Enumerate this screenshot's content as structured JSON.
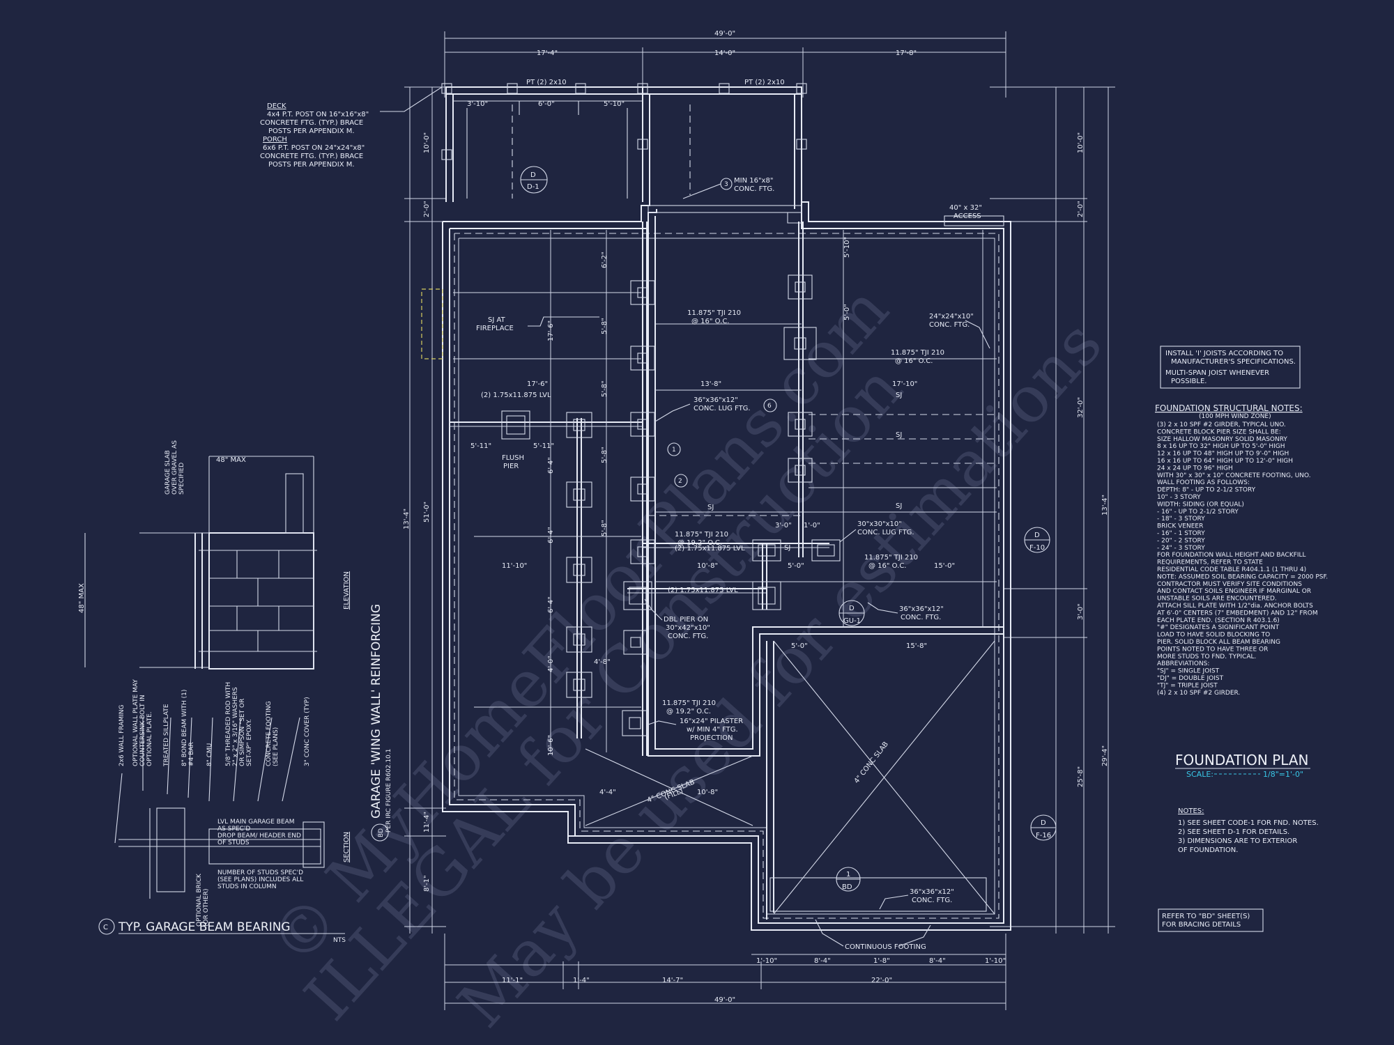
{
  "sheet": {
    "title": "FOUNDATION PLAN",
    "scale_label": "SCALE:",
    "scale_value": "1/8\"=1'-0\"",
    "detail_title": "TYP. GARAGE BEAM BEARING",
    "detail_scale": "NTS",
    "detail_tag": "C",
    "wing_wall_title": "GARAGE 'WING WALL' REINFORCING",
    "wing_wall_sub": "PER IRC FIGURE R602.10.1",
    "wing_wall_tag": "BD",
    "elevation_label": "ELEVATION",
    "section_label": "SECTION"
  },
  "watermarks": [
    "© MyHomeFloorPlans.com",
    "ILLEGAL for Construction",
    "May be used for estimations"
  ],
  "dimensions": {
    "top_overall": "49'-0\"",
    "top_segments": [
      "17'-4\"",
      "14'-0\"",
      "17'-8\""
    ],
    "bottom_overall": "49'-0\"",
    "bottom_segments": [
      "11'-1\"",
      "1'-4\"",
      "14'-7\"",
      "22'-0\""
    ],
    "footing_segments": [
      "1'-10\"",
      "8'-4\"",
      "1'-8\"",
      "8'-4\"",
      "1'-10\""
    ],
    "right_segments": [
      "10'-0\"",
      "2'-0\"",
      "32'-0\"",
      "13'-4\"",
      "3'-0\"",
      "29'-4\"",
      "25'-8\""
    ],
    "left_segments": [
      "10'-0\"",
      "2'-0\"",
      "51'-0\"",
      "13'-4\"",
      "11'-4\"",
      "8'-1\""
    ]
  },
  "plan_labels": {
    "deck_header": "DECK",
    "deck_note": [
      "4x4 P.T. POST ON 16\"x16\"x8\"",
      "CONCRETE FTG. (TYP.) BRACE",
      "POSTS PER APPENDIX M."
    ],
    "porch_header": "PORCH",
    "porch_note": [
      "6x6 P.T. POST ON 24\"x24\"x8\"",
      "CONCRETE FTG. (TYP.) BRACE",
      "POSTS PER APPENDIX M."
    ],
    "pt_beam_1": "PT (2) 2x10",
    "pt_beam_2": "PT (2) 2x10",
    "min_ftg": "MIN 16\"x8\"",
    "min_ftg_2": "CONC. FTG.",
    "access": "40\" x 32\"",
    "access_2": "ACCESS",
    "sj_fireplace": "SJ AT",
    "sj_fireplace_2": "FIREPLACE",
    "tji_1": "11.875\" TJI 210",
    "tji_1_oc": "@ 16\" O.C.",
    "tji_2": "11.875\" TJI 210",
    "tji_2_oc": "@ 16\" O.C.",
    "tji_3": "11.875\" TJI 210",
    "tji_3_oc": "@ 19.2\" O.C.",
    "tji_4": "11.875\" TJI 210",
    "tji_4_oc": "@ 16\" O.C.",
    "tji_5": "11.875\" TJI 210",
    "tji_5_oc": "@ 19.2\" O.C.",
    "lvl_1": "(2) 1.75x11.875 LVL",
    "lvl_2": "(2) 1.75x11.875 LVL",
    "lvl_3": "(2) 1.75x11.875 LVL",
    "lug_ftg_1": "36\"x36\"x12\"",
    "lug_ftg_1b": "CONC. LUG FTG.",
    "lug_ftg_2": "30\"x30\"x10\"",
    "lug_ftg_2b": "CONC. LUG FTG.",
    "conc_ftg_1": "24\"x24\"x10\"",
    "conc_ftg_1b": "CONC. FTG.",
    "conc_ftg_2": "36\"x36\"x12\"",
    "conc_ftg_2b": "CONC. FTG.",
    "conc_ftg_3": "36\"x36\"x12\"",
    "conc_ftg_3b": "CONC. FTG.",
    "flush_pier": "FLUSH",
    "flush_pier_2": "PIER",
    "dbl_pier": "DBL PIER ON",
    "dbl_pier_2": "30\"x42\"x10\"",
    "dbl_pier_3": "CONC. FTG.",
    "pilaster": "16\"x24\" PILASTER",
    "pilaster_2": "w/ MIN 4\" FTG.",
    "pilaster_3": "PROJECTION",
    "conc_slab_1": "4\" CONC SLAB",
    "conc_slab_1b": "(FILL)",
    "conc_slab_2": "4\" CONC SLAB",
    "continuous_footing": "CONTINUOUS FOOTING",
    "sj": "SJ",
    "interior_dims": [
      "17'-6\"",
      "13'-8\"",
      "17'-10\"",
      "5'-11\"",
      "5'-11\"",
      "11'-10\"",
      "10'-8\"",
      "3'-0\"",
      "1'-0\"",
      "5'-0\"",
      "15'-0\"",
      "15'-8\"",
      "5'-0\"",
      "4'-8\"",
      "10'-8\"",
      "4'-4\"",
      "6'-2\"",
      "5'-8\"",
      "6'-4\"",
      "4'-0\"",
      "10'-6\"",
      "3'-10\"",
      "6'-0\"",
      "5'-10\""
    ],
    "grid_bubbles": [
      {
        "top": "D",
        "bottom": "D-1"
      },
      {
        "top": "D",
        "bottom": "F-10"
      },
      {
        "top": "D",
        "bottom": "GU-1"
      },
      {
        "top": "D",
        "bottom": "F-16"
      },
      {
        "top": "1",
        "bottom": "BD"
      }
    ],
    "callout_numbers": [
      "1",
      "2",
      "3",
      "6"
    ]
  },
  "install_box": {
    "items": [
      "INSTALL 'I' JOISTS ACCORDING TO",
      "MANUFACTURER'S SPECIFICATIONS.",
      "MULTI-SPAN JOIST WHENEVER",
      "POSSIBLE."
    ]
  },
  "structural_notes": {
    "title": "FOUNDATION STRUCTURAL NOTES:",
    "subtitle": "(100 MPH WIND ZONE)",
    "lines": [
      "(3) 2 x 10 SPF #2 GIRDER, TYPICAL UNO.",
      "CONCRETE BLOCK PIER SIZE SHALL BE:",
      "  SIZE      HALLOW MASONRY      SOLID MASONRY",
      "  8 x 16     UP TO 32\" HIGH      UP TO 5'-0\" HIGH",
      "  12 x 16    UP TO 48\" HIGH      UP TO 9'-0\" HIGH",
      "  16 x 16    UP TO 64\" HIGH      UP TO 12'-0\" HIGH",
      "  24 x 24    UP TO 96\" HIGH",
      "  WITH 30\" x 30\" x 10\" CONCRETE FOOTING, UNO.",
      "WALL FOOTING AS FOLLOWS:",
      "  DEPTH:  8\" - UP TO 2-1/2 STORY",
      "             10\" - 3 STORY",
      "  WIDTH:  SIDING (OR EQUAL)",
      "             - 16\" - UP TO 2-1/2 STORY",
      "             - 18\" - 3 STORY",
      "           BRICK VENEER",
      "             - 16\" - 1 STORY",
      "             - 20\" - 2 STORY",
      "             - 24\" - 3 STORY",
      "FOR FOUNDATION WALL HEIGHT AND BACKFILL",
      "REQUIREMENTS, REFER TO STATE",
      "RESIDENTIAL CODE TABLE R404.1.1 (1 THRU 4)",
      "NOTE: ASSUMED SOIL BEARING CAPACITY = 2000 PSF.",
      "CONTRACTOR MUST VERIFY SITE CONDITIONS",
      "AND CONTACT SOILS ENGINEER IF MARGINAL OR",
      "UNSTABLE SOILS ARE ENCOUNTERED.",
      "ATTACH SILL PLATE WITH 1/2\"dia. ANCHOR BOLTS",
      "AT 6'-0\" CENTERS (7\" EMBEDMENT) AND 12\" FROM",
      "EACH PLATE END. (SECTION R 403.1.6)",
      "\"#\" DESIGNATES A SIGNIFICANT POINT",
      "LOAD TO HAVE SOLID BLOCKING TO",
      "PIER. SOLID BLOCK ALL BEAM BEARING",
      "POINTS NOTED TO HAVE THREE OR",
      "MORE STUDS TO FND. TYPICAL.",
      "ABBREVIATIONS:",
      "  \"SJ\" = SINGLE JOIST",
      "  \"DJ\" = DOUBLE JOIST",
      "  \"TJ\" = TRIPLE JOIST",
      "(4) 2 x 10 SPF #2 GIRDER."
    ]
  },
  "notes": {
    "title": "NOTES:",
    "lines": [
      "1) SEE SHEET CODE-1 FOR FND. NOTES.",
      "2) SEE SHEET D-1 FOR DETAILS.",
      "3) DIMENSIONS ARE TO EXTERIOR",
      "    OF FOUNDATION."
    ]
  },
  "refer_box": {
    "lines": [
      "REFER TO \"BD\" SHEET(S)",
      "FOR BRACING DETAILS"
    ]
  },
  "detail_labels": {
    "garage_slab": [
      "GARAGE SLAB",
      "OVER GRAVEL AS",
      "SPECIFIED"
    ],
    "max_48": "48\" MAX",
    "max_48_2": "48\" MAX",
    "leaders": [
      "2x6 WALL FRAMING",
      "OPTIONAL WALL PLATE MAY",
      "COUNTERSINK BOLT IN",
      "OPTIONAL PLATE.",
      "TREATED SILLPLATE",
      "8\" BOND BEAM WITH (1)",
      "#4 BAR",
      "8\" CMU",
      "5/8\" THREADED ROD WITH",
      "2\" x 2\" x 3/16\" WASHERS",
      "OR SIMPSON \"SET OR",
      "SET-XP\" EPOXY.",
      "CONCRETE FOOTING",
      "(SEE PLANS)",
      "3\" CONC COVER (TYP)"
    ],
    "lvl_beam": [
      "LVL MAIN GARAGE BEAM",
      "AS SPEC'D",
      "DROP BEAM/ HEADER END",
      "OF STUDS"
    ],
    "studs": [
      "NUMBER OF STUDS SPEC'D",
      "(SEE PLANS) INCLUDES ALL",
      "STUDS IN COLUMN"
    ],
    "optional_brick": [
      "OPTIONAL BRICK",
      "(OR OTHER)"
    ]
  }
}
